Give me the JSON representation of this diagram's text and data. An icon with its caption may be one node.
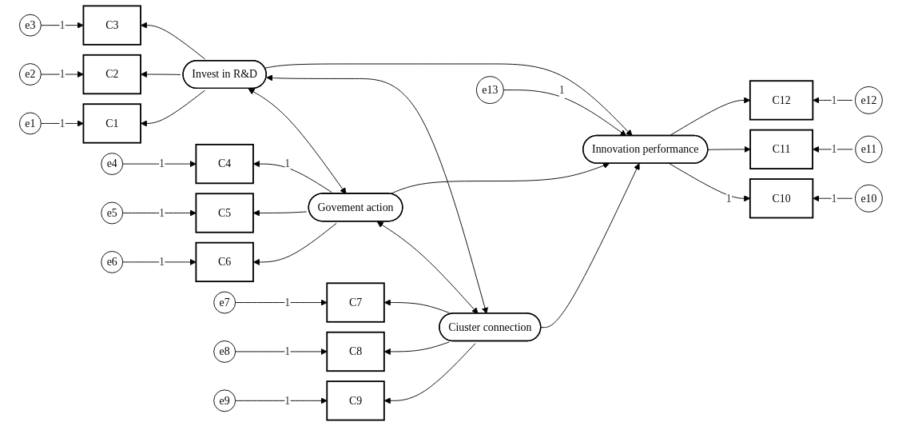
{
  "diagram": {
    "nodes": [
      {
        "text": [
          "e1"
        ]
      },
      {
        "text": [
          "C1"
        ]
      },
      {
        "text": [
          "e2"
        ]
      },
      {
        "text": [
          "C2"
        ]
      },
      {
        "text": [
          "e3"
        ]
      },
      {
        "text": [
          "C3"
        ]
      },
      {
        "text": [
          "Invest in R&D"
        ]
      },
      {
        "text": [
          "e4"
        ]
      },
      {
        "text": [
          "C4"
        ]
      },
      {
        "text": [
          "e5"
        ]
      },
      {
        "text": [
          "C5"
        ]
      },
      {
        "text": [
          "e6"
        ]
      },
      {
        "text": [
          "C6"
        ]
      },
      {
        "text": [
          "Govement action"
        ]
      },
      {
        "text": [
          "e7"
        ]
      },
      {
        "text": [
          "C7"
        ]
      },
      {
        "text": [
          "e8"
        ]
      },
      {
        "text": [
          "C8"
        ]
      },
      {
        "text": [
          "e9"
        ]
      },
      {
        "text": [
          "C9"
        ]
      },
      {
        "text": [
          "Ciuster connection"
        ]
      },
      {
        "text": [
          "Innovation performance"
        ]
      },
      {
        "text": [
          "C10"
        ]
      },
      {
        "text": [
          "e10"
        ]
      },
      {
        "text": [
          "C11"
        ]
      },
      {
        "text": [
          "e11"
        ]
      },
      {
        "text": [
          "C12"
        ]
      },
      {
        "text": [
          "e12"
        ]
      },
      {
        "text": [
          "e13"
        ]
      }
    ],
    "edges": [
      {
        "from": 0,
        "to": 1,
        "arrow": "to",
        "label": "1"
      },
      {
        "from": 2,
        "to": 3,
        "arrow": "to",
        "label": "1"
      },
      {
        "from": 4,
        "to": 5,
        "arrow": "to",
        "label": "1"
      },
      {
        "from": 6,
        "to": 1,
        "arrow": "to"
      },
      {
        "from": 6,
        "to": 3,
        "arrow": "to"
      },
      {
        "from": 6,
        "to": 5,
        "arrow": "to"
      },
      {
        "from": 7,
        "to": 8,
        "arrow": "to",
        "label": "1"
      },
      {
        "from": 9,
        "to": 10,
        "arrow": "to",
        "label": "1"
      },
      {
        "from": 11,
        "to": 12,
        "arrow": "to",
        "label": "1"
      },
      {
        "from": 13,
        "to": 8,
        "arrow": "to",
        "label": "1"
      },
      {
        "from": 13,
        "to": 10,
        "arrow": "to"
      },
      {
        "from": 13,
        "to": 12,
        "arrow": "to"
      },
      {
        "from": 14,
        "to": 15,
        "arrow": "to",
        "label": "1"
      },
      {
        "from": 16,
        "to": 17,
        "arrow": "to",
        "label": "1"
      },
      {
        "from": 18,
        "to": 19,
        "arrow": "to",
        "label": "1"
      },
      {
        "from": 20,
        "to": 15,
        "arrow": "to"
      },
      {
        "from": 20,
        "to": 17,
        "arrow": "to"
      },
      {
        "from": 20,
        "to": 19,
        "arrow": "to"
      },
      {
        "from": 6,
        "to": 13,
        "arrow": "both"
      },
      {
        "from": 13,
        "to": 20,
        "arrow": "both"
      },
      {
        "from": 6,
        "to": 20,
        "arrow": "both"
      },
      {
        "from": 6,
        "to": 21,
        "arrow": "to"
      },
      {
        "from": 13,
        "to": 21,
        "arrow": "to"
      },
      {
        "from": 20,
        "to": 21,
        "arrow": "to"
      },
      {
        "from": 21,
        "to": 22,
        "arrow": "to",
        "label": "1"
      },
      {
        "from": 21,
        "to": 24,
        "arrow": "to"
      },
      {
        "from": 21,
        "to": 26,
        "arrow": "to"
      },
      {
        "from": 23,
        "to": 22,
        "arrow": "to",
        "label": "1"
      },
      {
        "from": 25,
        "to": 24,
        "arrow": "to",
        "label": "1"
      },
      {
        "from": 27,
        "to": 26,
        "arrow": "to",
        "label": "1"
      },
      {
        "from": 28,
        "to": 21,
        "arrow": "to",
        "label": "1"
      }
    ]
  }
}
